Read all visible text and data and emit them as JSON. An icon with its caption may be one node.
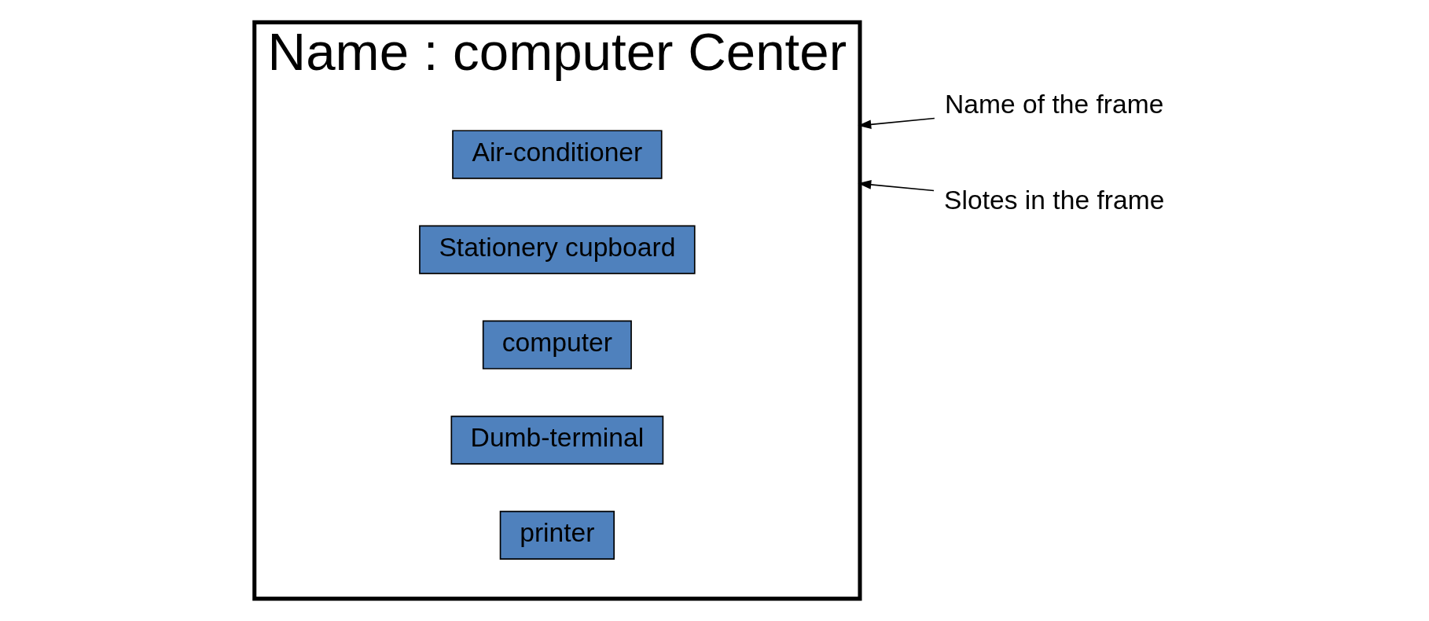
{
  "diagram": {
    "nodes": [
      {
        "text": [
          "Name : computer Center"
        ]
      },
      {
        "text": [
          "Air-conditioner"
        ],
        "in": 0
      },
      {
        "text": [
          "Stationery cupboard"
        ],
        "in": 0
      },
      {
        "text": [
          "computer"
        ],
        "in": 0
      },
      {
        "text": [
          "Dumb-terminal"
        ],
        "in": 0
      },
      {
        "text": [
          "printer"
        ],
        "in": 0
      },
      {
        "text": [
          "Name of the frame"
        ]
      },
      {
        "text": [
          "Slotes in the frame"
        ]
      }
    ],
    "edges": [
      {
        "from": 6,
        "to": 0,
        "arrow": "to"
      },
      {
        "from": 7,
        "to": 0,
        "arrow": "to"
      }
    ]
  }
}
